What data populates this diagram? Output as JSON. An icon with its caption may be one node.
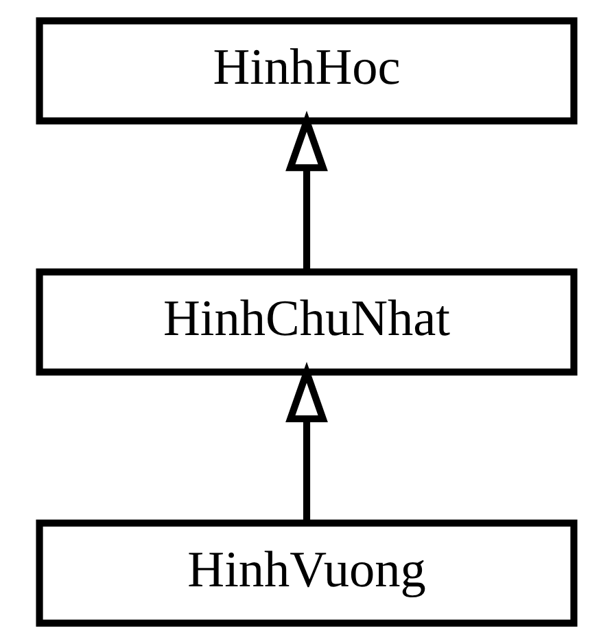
{
  "diagram": {
    "nodes": [
      {
        "text": [
          "HinhHoc"
        ]
      },
      {
        "text": [
          "HinhChuNhat"
        ]
      },
      {
        "text": [
          "HinhVuong"
        ]
      }
    ],
    "edges": [
      {
        "from": 1,
        "to": 0,
        "arrow": "to"
      },
      {
        "from": 2,
        "to": 1,
        "arrow": "to"
      }
    ]
  }
}
